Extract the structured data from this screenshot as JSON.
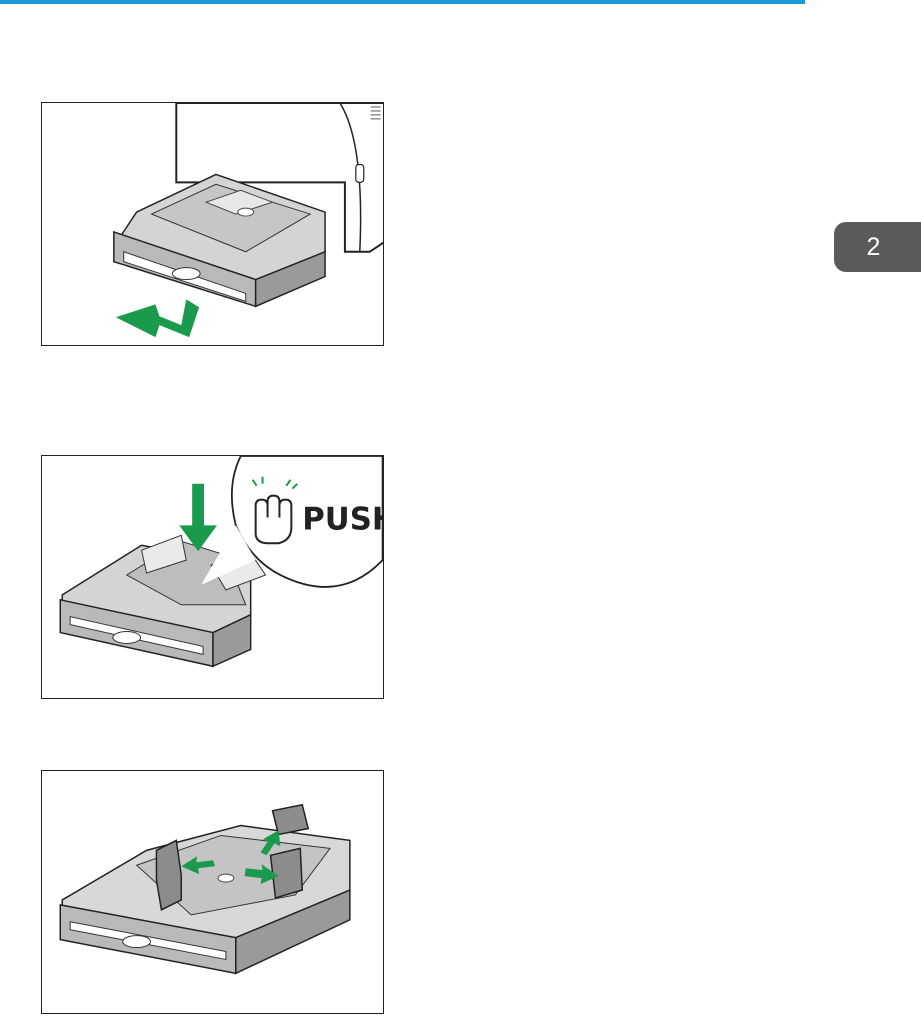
{
  "colors": {
    "header_rule": "#1a9ad9",
    "chapter_tab_bg": "#5a5a5a",
    "arrow_green": "#1a9a4c",
    "tray_grey": "#b9b9b9",
    "tray_dark": "#8c8c8c"
  },
  "chapter_tab": {
    "label": "2"
  },
  "figures": [
    {
      "id": "figure-pull-out-tray"
    },
    {
      "id": "figure-push-metal-plate",
      "callout_text": "PUSH",
      "icon": "hand-press-icon"
    },
    {
      "id": "figure-adjust-guides"
    }
  ]
}
